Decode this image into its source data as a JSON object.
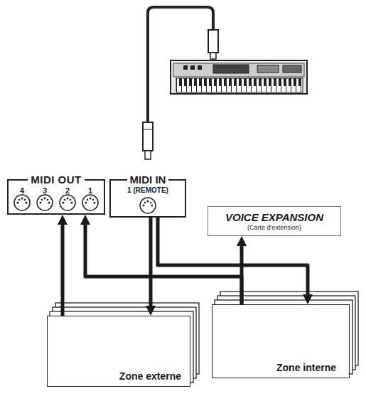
{
  "diagram": {
    "nodes": [
      {
        "text": [
          "MIDI OUT"
        ]
      },
      {
        "text": [
          "MIDI IN",
          "1 (REMOTE)"
        ]
      },
      {
        "text": [
          "VOICE EXPANSION",
          "(Carte d'extension)"
        ]
      },
      {
        "text": [
          "Zone externe"
        ]
      },
      {
        "text": [
          "Zone interne"
        ]
      }
    ],
    "edges": [
      {
        "from": 1,
        "to": 3,
        "arrow": "to"
      },
      {
        "from": 1,
        "to": 4,
        "arrow": "to"
      },
      {
        "from": 3,
        "to": 0,
        "arrow": "to"
      },
      {
        "from": 4,
        "to": 0,
        "arrow": "to"
      },
      {
        "from": 4,
        "to": 2,
        "arrow": "to"
      }
    ],
    "labels": [
      "4",
      "3",
      "2",
      "1"
    ]
  }
}
